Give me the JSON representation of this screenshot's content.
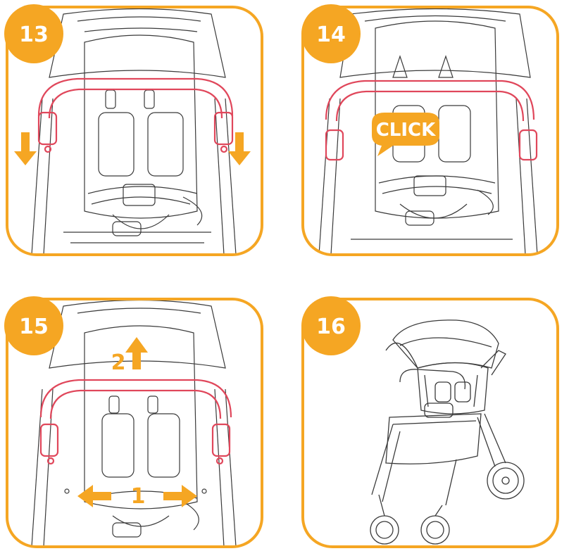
{
  "panels": [
    {
      "step": "13"
    },
    {
      "step": "14",
      "callout": "CLICK"
    },
    {
      "step": "15",
      "labels": [
        "2",
        "1"
      ]
    },
    {
      "step": "16"
    }
  ],
  "colors": {
    "frame": "#F5A623",
    "bumper": "#E0475B",
    "line": "#3A3A3A",
    "arrow": "#F5A623"
  },
  "icons": [
    "down-arrow",
    "up-arrow",
    "left-arrow",
    "right-arrow",
    "click-speech-bubble"
  ]
}
